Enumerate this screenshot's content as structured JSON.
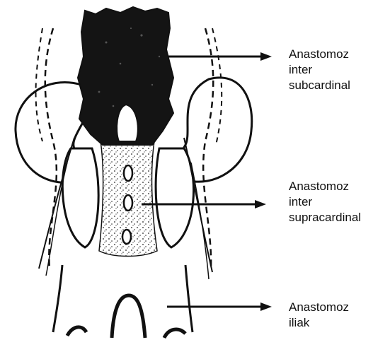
{
  "labels": {
    "subcardinal": {
      "line1": "Anastomoz",
      "line2": "inter",
      "line3": "subcardinal"
    },
    "supracardinal": {
      "line1": "Anastomoz",
      "line2": "inter",
      "line3": "supracardinal"
    },
    "iliac": {
      "line1": "Anastomoz",
      "line2": "iliak"
    }
  },
  "colors": {
    "ink": "#111111",
    "background": "#ffffff"
  }
}
